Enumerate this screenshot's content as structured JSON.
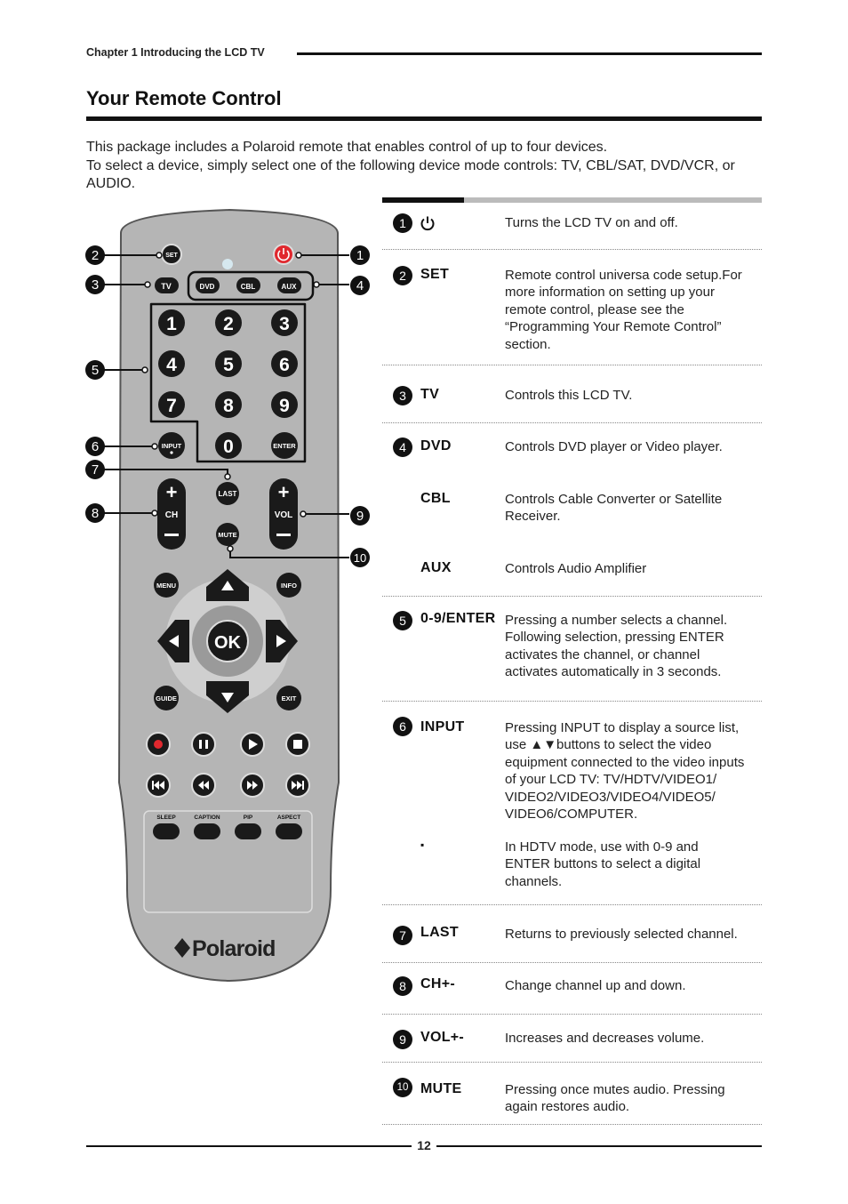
{
  "header": {
    "chapter": "Chapter 1  Introducing the LCD TV"
  },
  "title": "Your Remote Control",
  "intro": {
    "line1": "This package includes a Polaroid remote that enables control of up to four devices.",
    "line2": "To select a device, simply select one of the following device mode controls: TV, CBL/SAT, DVD/VCR, or AUDIO."
  },
  "remote": {
    "brand": "Polaroid",
    "buttons": {
      "set": "SET",
      "tv": "TV",
      "dvd": "DVD",
      "cbl": "CBL",
      "aux": "AUX",
      "input": "INPUT",
      "enter": "ENTER",
      "last": "LAST",
      "mute": "MUTE",
      "ch": "CH",
      "vol": "VOL",
      "menu": "MENU",
      "info": "INFO",
      "ok": "OK",
      "guide": "GUIDE",
      "exit": "EXIT",
      "sleep": "SLEEP",
      "caption": "CAPTION",
      "pip": "PIP",
      "aspect": "ASPECT",
      "plus": "+",
      "minus": "−",
      "digits": [
        "1",
        "2",
        "3",
        "4",
        "5",
        "6",
        "7",
        "8",
        "9",
        "0"
      ]
    },
    "callouts": [
      "1",
      "2",
      "3",
      "4",
      "5",
      "6",
      "7",
      "8",
      "9",
      "10"
    ]
  },
  "table": [
    {
      "badge": "1",
      "label": "",
      "icon": "power-icon",
      "desc": [
        "Turns the LCD TV on and off."
      ]
    },
    {
      "badge": "2",
      "label": "SET",
      "desc": [
        "Remote control universa code setup.For",
        "more information on setting up your",
        "remote control, please see the",
        "“Programming Your Remote Control”",
        "section."
      ]
    },
    {
      "badge": "3",
      "label": "TV",
      "desc": [
        "Controls this LCD TV."
      ]
    },
    {
      "badge": "4",
      "label": "DVD",
      "desc": [
        "Controls DVD player or Video player."
      ]
    },
    {
      "badge": "",
      "label": "CBL",
      "desc": [
        "Controls Cable Converter or Satellite",
        "Receiver."
      ]
    },
    {
      "badge": "",
      "label": "AUX",
      "desc": [
        "Controls Audio Amplifier"
      ]
    },
    {
      "badge": "5",
      "label": "0-9/ENTER",
      "desc": [
        "Pressing a number selects a channel.",
        "Following selection, pressing ENTER",
        "activates the channel, or channel",
        "activates automatically in 3 seconds."
      ]
    },
    {
      "badge": "6",
      "label": "INPUT",
      "desc": [
        "Pressing INPUT to display a source list,",
        "use ▲▼buttons to select  the video",
        "equipment connected to the video inputs",
        "of your LCD TV: TV/HDTV/VIDEO1/",
        "VIDEO2/VIDEO3/VIDEO4/VIDEO5/",
        "VIDEO6/COMPUTER."
      ]
    },
    {
      "badge": "",
      "label": "▪",
      "desc": [
        "In HDTV mode, use with 0-9 and",
        "ENTER buttons to select a digital",
        "channels."
      ]
    },
    {
      "badge": "7",
      "label": "LAST",
      "desc": [
        "Returns to previously selected channel."
      ]
    },
    {
      "badge": "8",
      "label": "CH+-",
      "desc": [
        "Change channel up and down."
      ]
    },
    {
      "badge": "9",
      "label": "VOL+-",
      "desc": [
        "Increases and decreases volume."
      ]
    },
    {
      "badge": "10",
      "label": "MUTE",
      "desc": [
        "Pressing once mutes audio. Pressing",
        "again restores audio."
      ]
    }
  ],
  "footer": {
    "page": "12"
  },
  "colors": {
    "remote_body": "#b5b5b5",
    "button": "#1a1a1a",
    "power": "#e0282e",
    "record": "#e0282e"
  }
}
